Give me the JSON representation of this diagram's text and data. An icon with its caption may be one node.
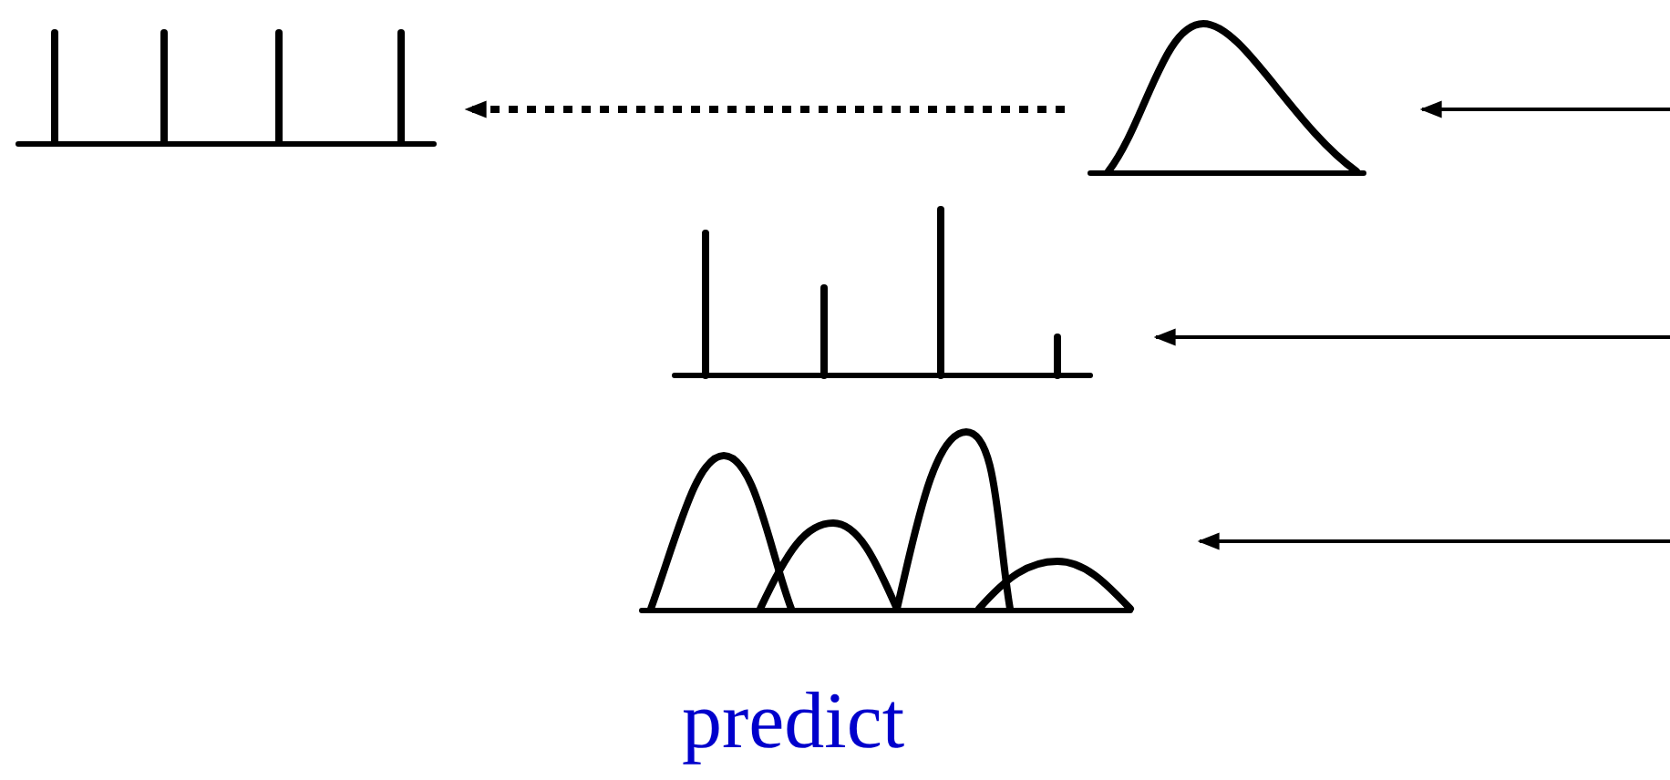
{
  "diagram": {
    "nodes": [
      {
        "text": [],
        "shape": "picture"
      },
      {
        "text": [],
        "shape": "picture"
      },
      {
        "text": [],
        "shape": "picture"
      },
      {
        "text": [],
        "shape": "picture"
      }
    ],
    "edges": [
      {
        "from": 1,
        "to": 0,
        "arrow": "to",
        "style": "dashed"
      },
      {
        "from": null,
        "to": 1,
        "arrow": "to"
      },
      {
        "from": null,
        "to": 2,
        "arrow": "to"
      },
      {
        "from": null,
        "to": 3,
        "arrow": "to"
      }
    ],
    "labels": [
      "predict"
    ]
  }
}
